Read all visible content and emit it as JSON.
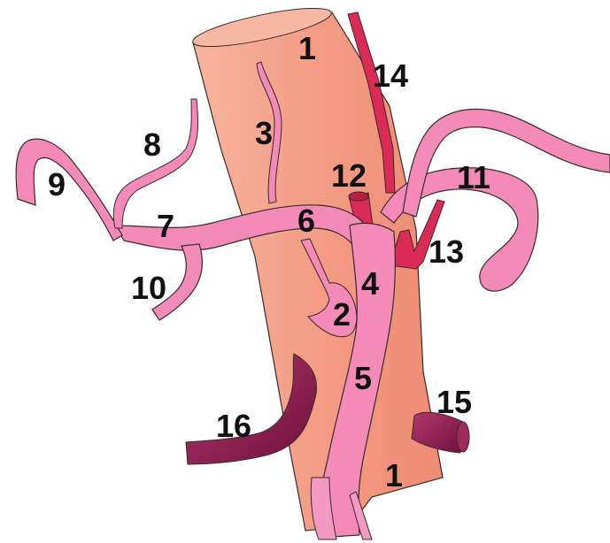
{
  "colors": {
    "background": "#ffffff",
    "trunk_fill": "#f4a28a",
    "trunk_shade": "#e88570",
    "vessel_pink": "#f38ab8",
    "vessel_pink_dark": "#e46da3",
    "vessel_red": "#d92b55",
    "vessel_maroon": "#8e1a4f",
    "outline": "#3a2a2a"
  },
  "labels": {
    "l1_top": "1",
    "l1_bottom": "1",
    "l2": "2",
    "l3": "3",
    "l4": "4",
    "l5": "5",
    "l6": "6",
    "l7": "7",
    "l8": "8",
    "l9": "9",
    "l10": "10",
    "l11": "11",
    "l12": "12",
    "l13": "13",
    "l14": "14",
    "l15": "15",
    "l16": "16"
  }
}
